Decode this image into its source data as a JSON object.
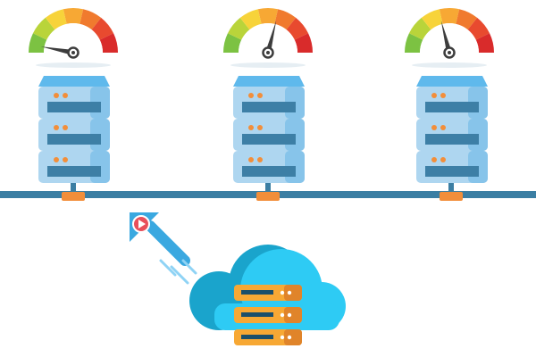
{
  "scene": {
    "gauges": [
      {
        "name": "gauge-left",
        "level": 0.06
      },
      {
        "name": "gauge-center",
        "level": 0.58
      },
      {
        "name": "gauge-right",
        "level": 0.42
      }
    ],
    "gauge_band_colors": [
      "#7cc242",
      "#b9d43a",
      "#f7d33a",
      "#f7a834",
      "#f07a2e",
      "#e84a2f",
      "#d92b2b"
    ],
    "colors": {
      "rack_light": "#aed6f0",
      "rack_body": "#87c4ea",
      "rack_slot": "#3d7fa6",
      "rack_top": "#5fb9ec",
      "network_line": "#3b7ea3",
      "connector": "#f28e3a",
      "cloud_dark": "#1aa4cc",
      "cloud_light": "#2ecbf4",
      "cloud_server": "#f7a834",
      "cloud_server_dark": "#e0842a",
      "arrow": "#3aa8e0",
      "arrow_light": "#8fd3f5",
      "badge": "#e8505b",
      "needle": "#3d3d3d"
    },
    "icons": [
      "gauge-icon",
      "server-rack-icon",
      "cloud-server-icon",
      "upload-arrow-icon",
      "play-badge-icon"
    ]
  }
}
